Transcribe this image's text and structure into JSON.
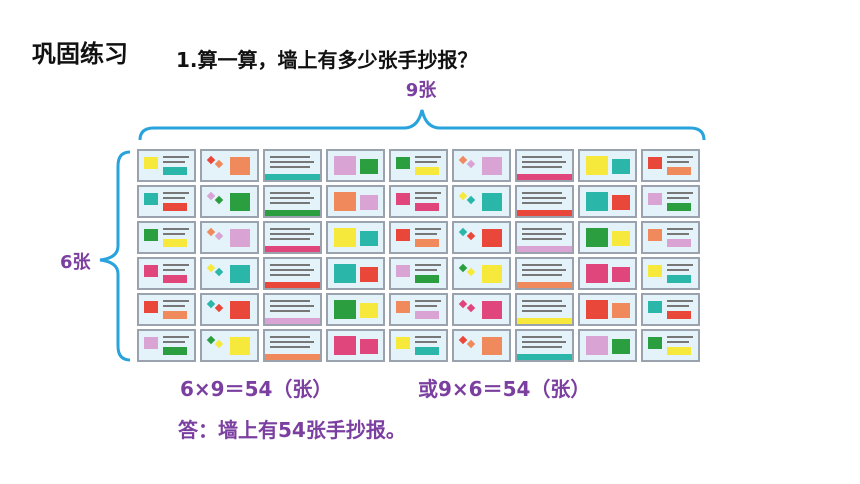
{
  "header": {
    "section_title": "巩固练习",
    "question": "1.算一算，墙上有多少张手抄报？"
  },
  "figure": {
    "cols_label": "9张",
    "rows_label": "6张",
    "rows": 6,
    "cols": 9,
    "brace_color": "#29a3dc",
    "poster_colors": [
      "#f7e93b",
      "#e8473a",
      "#2ab7a9",
      "#d9a4d3",
      "#2b9f3f",
      "#f08a5d",
      "#e0457b"
    ]
  },
  "solution": {
    "equation_1": "6×9＝54（张）",
    "equation_2": "或9×6＝54（张）",
    "answer": "答：墙上有54张手抄报。"
  }
}
